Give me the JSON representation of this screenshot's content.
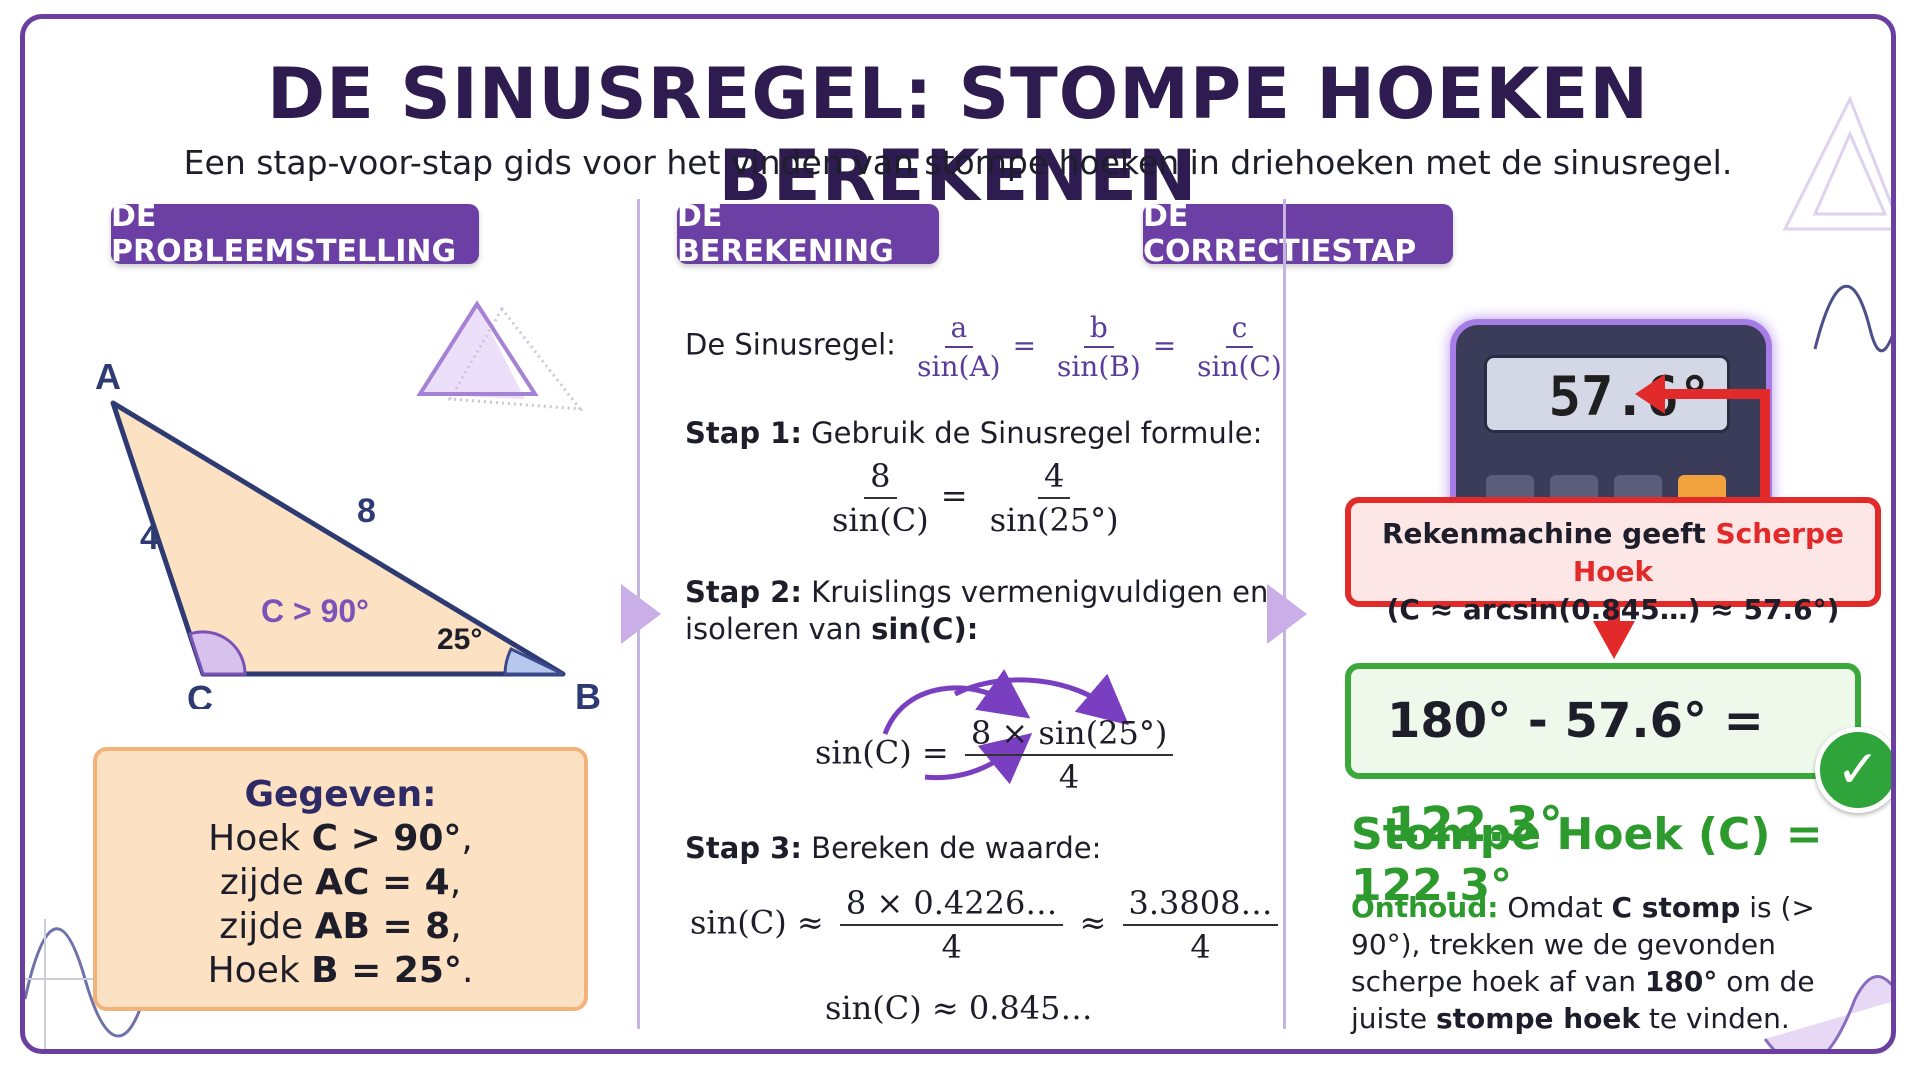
{
  "title": "DE SINUSREGEL: STOMPE HOEKEN BEREKENEN",
  "subtitle": "Een stap-voor-stap gids voor het vinden van stompe hoeken in driehoeken met de sinusregel.",
  "sections": {
    "problem": "DE PROBLEEMSTELLING",
    "calc": "DE BEREKENING",
    "correction": "DE CORRECTIESTAP"
  },
  "triangle": {
    "vertex_a": "A",
    "vertex_b": "B",
    "vertex_c": "C",
    "side_ac": "4",
    "side_ab": "8",
    "angle_c": "C > 90°",
    "angle_b": "25°"
  },
  "given": {
    "heading": "Gegeven:",
    "line1_pre": "Hoek ",
    "line1_bold": "C > 90°",
    "line1_post": ",",
    "line2_pre": "zijde ",
    "line2_bold": "AC = 4",
    "line2_post": ",",
    "line3_pre": "zijde ",
    "line3_bold": "AB = 8",
    "line3_post": ",",
    "line4_pre": "Hoek ",
    "line4_bold": "B = 25°",
    "line4_post": "."
  },
  "calculation": {
    "rule_label": "De Sinusregel:",
    "rule": {
      "a": "a",
      "sinA": "sin(A)",
      "b": "b",
      "sinB": "sin(B)",
      "c": "c",
      "sinC": "sin(C)",
      "eq": "="
    },
    "step1_label": "Stap 1:",
    "step1_text": " Gebruik de Sinusregel formule:",
    "step1": {
      "n1": "8",
      "d1": "sin(C)",
      "n2": "4",
      "d2": "sin(25°)",
      "eq": "="
    },
    "step2_label": "Stap 2:",
    "step2_text": " Kruislings vermenigvuldigen en",
    "step2_text2": "isoleren van ",
    "step2_bold": "sin(C):",
    "step2": {
      "lhs": "sin(C) =",
      "n": "8 × sin(25°)",
      "d": "4"
    },
    "step3_label": "Stap 3:",
    "step3_text": " Bereken de waarde:",
    "step3": {
      "lhs": "sin(C) ≈",
      "n1": "8 × 0.4226…",
      "d1": "4",
      "approx": "≈",
      "n2": "3.3808…",
      "d2": "4",
      "final": "sin(C) ≈ 0.845…"
    }
  },
  "correction": {
    "display": "57.6°",
    "red_pre": "Rekenmachine geeft ",
    "red_hl": "Scherpe Hoek",
    "red_line2": "(C ≈ arcsin(0.845…) ≈ 57.6°)",
    "green_pre": "180° - 57.6° = ",
    "green_val": "122.3°",
    "result": "Stompe Hoek (C) = 122.3°",
    "note_label": "Onthoud:",
    "note_1": " Omdat ",
    "note_b1": "C stomp",
    "note_2": " is (> 90°), trekken we de gevonden scherpe hoek af van ",
    "note_b2": "180°",
    "note_3": " om de juiste ",
    "note_b3": "stompe hoek",
    "note_4": " te vinden."
  },
  "colors": {
    "accent": "#6b3fa3",
    "triangle_fill": "#fde1c3",
    "error": "#e22a2a",
    "success": "#2c9a2c"
  },
  "icons": [
    "triangle-deco-icon",
    "wave-deco-icon",
    "calculator-icon",
    "check-icon",
    "arrow-icon"
  ]
}
